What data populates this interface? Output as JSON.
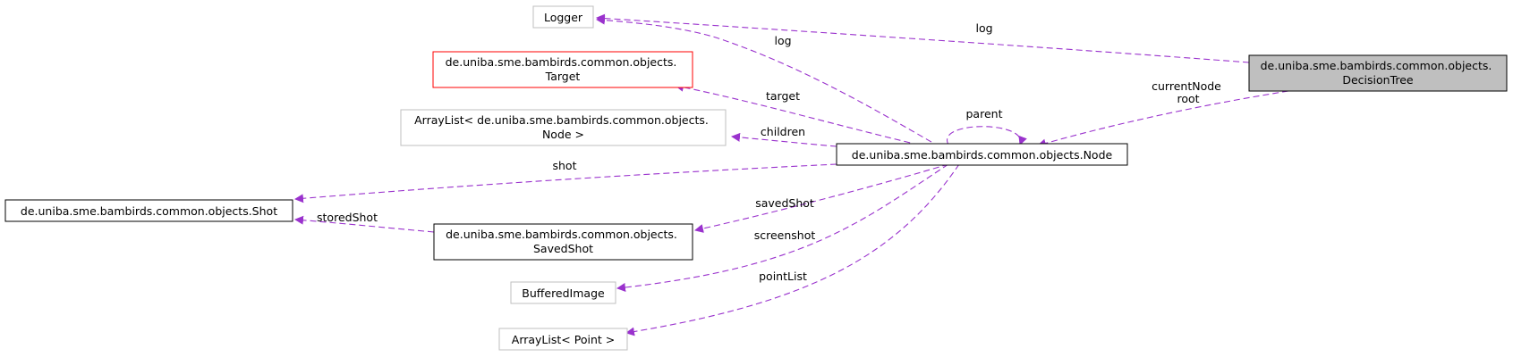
{
  "nodes": {
    "logger": [
      "Logger"
    ],
    "target": [
      "de.uniba.sme.bambirds.common.objects.",
      "Target"
    ],
    "arraylist_node": [
      "ArrayList< de.uniba.sme.bambirds.common.objects.",
      "Node >"
    ],
    "node": [
      "de.uniba.sme.bambirds.common.objects.Node"
    ],
    "decisiontree": [
      "de.uniba.sme.bambirds.common.objects.",
      "DecisionTree"
    ],
    "shot": [
      "de.uniba.sme.bambirds.common.objects.Shot"
    ],
    "savedshot": [
      "de.uniba.sme.bambirds.common.objects.",
      "SavedShot"
    ],
    "bufferedimage": [
      "BufferedImage"
    ],
    "arraylist_point": [
      "ArrayList< Point >"
    ]
  },
  "edges": {
    "log_from_tree": [
      "log"
    ],
    "log_from_node": [
      "log"
    ],
    "target": [
      "target"
    ],
    "children": [
      "children"
    ],
    "parent": [
      "parent"
    ],
    "currentnode_root": [
      "currentNode",
      "root"
    ],
    "shot": [
      "shot"
    ],
    "storedshot": [
      "storedShot"
    ],
    "savedshot": [
      "savedShot"
    ],
    "screenshot": [
      "screenshot"
    ],
    "pointlist": [
      "pointList"
    ]
  },
  "colors": {
    "edge": "#9a32cd",
    "box_border_default": "#bfbfbf",
    "box_border_strong": "#000000",
    "box_border_highlight": "#ff0000",
    "focus_fill": "#bfbfbf",
    "box_fill": "#ffffff"
  }
}
